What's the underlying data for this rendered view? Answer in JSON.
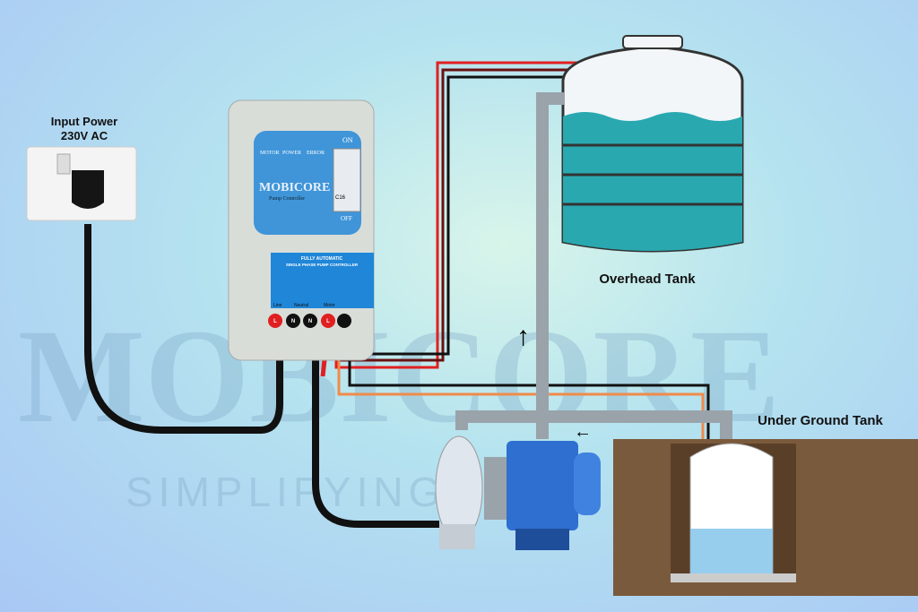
{
  "labels": {
    "input_power": "Input Power",
    "voltage": "230V AC",
    "overhead_tank": "Overhead Tank",
    "underground_tank": "Under Ground Tank"
  },
  "watermark": {
    "brand": "MOBICORE",
    "tagline": "SIMPLIFYING"
  },
  "controller": {
    "indicators": [
      "MOTOR",
      "POWER",
      "ERROR"
    ],
    "mcb_on": "ON",
    "mcb_off": "OFF",
    "mcb_rating": "C16",
    "brand": "MOBICORE",
    "product": "Pump Controller",
    "panel_line1": "FULLY AUTOMATIC",
    "panel_line2": "SINGLE PHASE PUMP CONTROLLER",
    "terminal_groups": [
      "Line",
      "Neutral",
      "Motor"
    ],
    "terminals": [
      "L",
      "N",
      "N",
      "L"
    ]
  },
  "colors": {
    "wire_red": "#e02020",
    "wire_dark_red": "#6b1010",
    "wire_black": "#111111",
    "wire_orange": "#f08a4b",
    "water": "#2aa8b0",
    "pump": "#2f6fd0"
  }
}
